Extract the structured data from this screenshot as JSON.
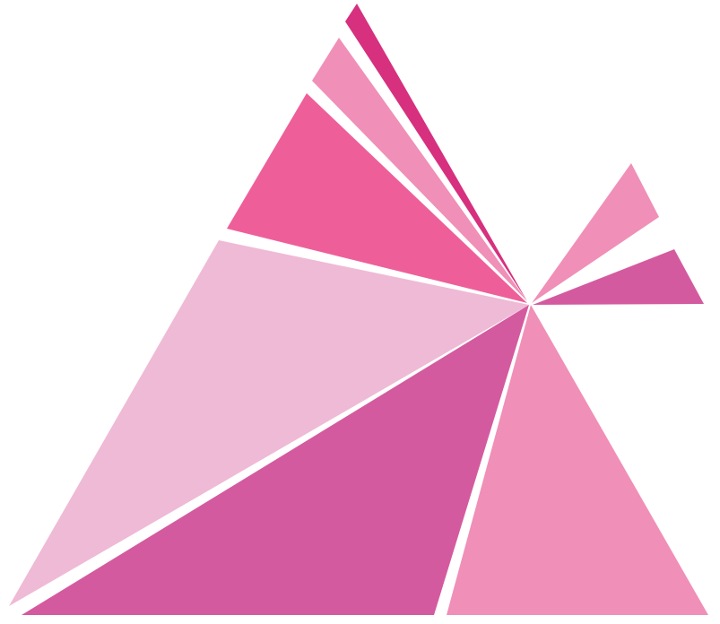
{
  "graphic": {
    "description_label": "",
    "colors": {
      "deep_magenta": "#d6307f",
      "light_pink": "#f08fb7",
      "hot_pink": "#ee5f9a",
      "pale_pink": "#efbad5",
      "medium_magenta": "#d45a9f",
      "background": "#ffffff"
    },
    "shards": [
      {
        "name": "top-sliver-shard",
        "color_key": "deep_magenta"
      },
      {
        "name": "upper-light-shard",
        "color_key": "light_pink"
      },
      {
        "name": "upper-hot-pink-shard",
        "color_key": "hot_pink"
      },
      {
        "name": "large-pale-left-shard",
        "color_key": "pale_pink"
      },
      {
        "name": "large-magenta-bottom-shard",
        "color_key": "medium_magenta"
      },
      {
        "name": "right-light-pyramid-shard",
        "color_key": "light_pink"
      },
      {
        "name": "small-right-upper-shard",
        "color_key": "light_pink"
      },
      {
        "name": "small-right-lower-shard",
        "color_key": "medium_magenta"
      }
    ]
  }
}
